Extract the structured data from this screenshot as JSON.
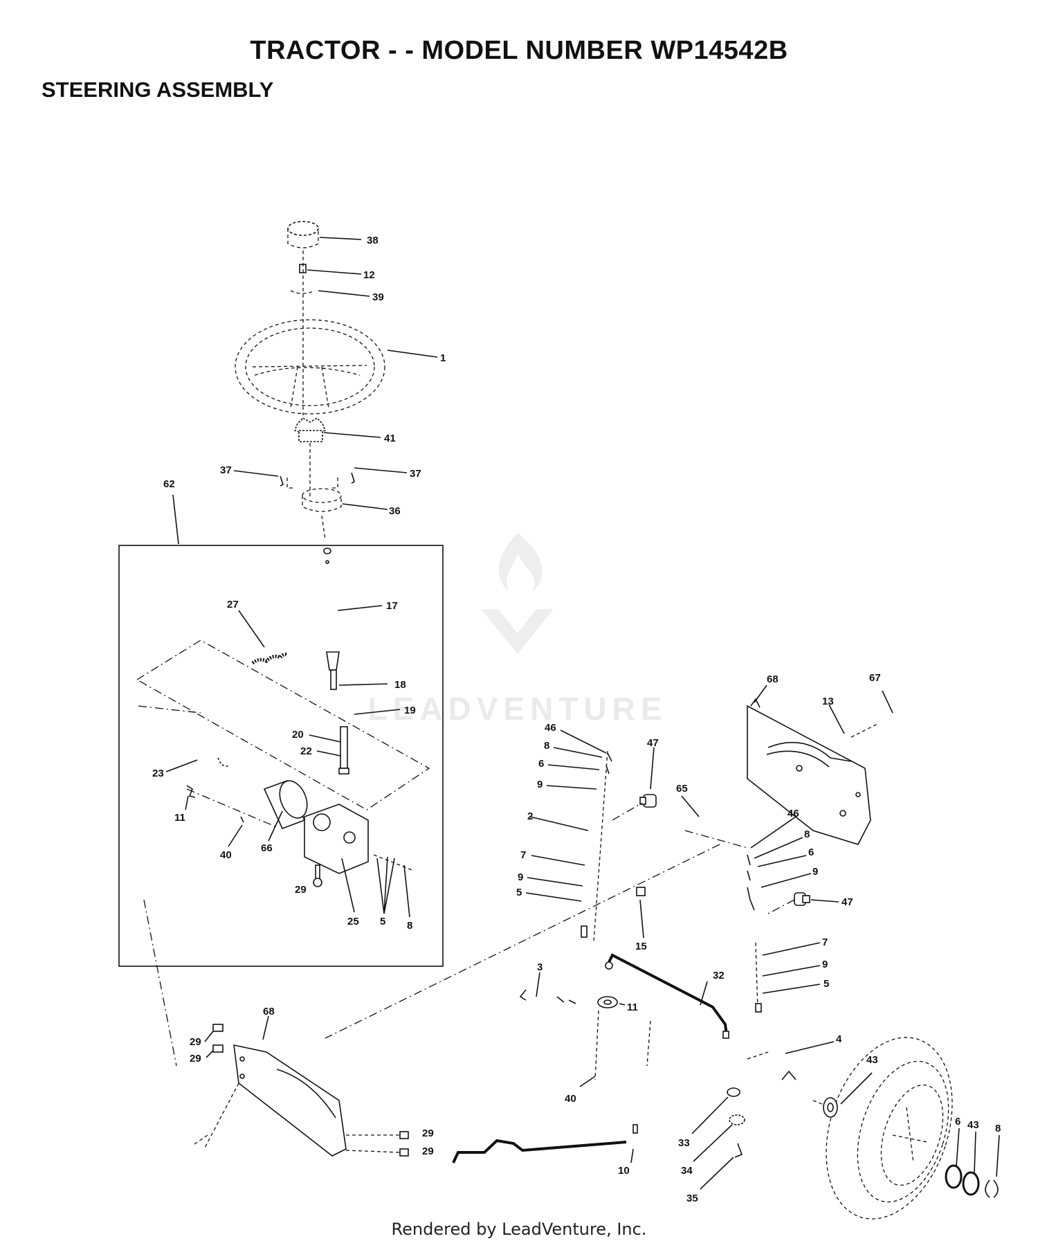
{
  "header": {
    "title": "TRACTOR - - MODEL NUMBER WP14542B",
    "subtitle": "STEERING ASSEMBLY"
  },
  "watermark": {
    "text": "LEADVENTURE"
  },
  "footer": {
    "text": "Rendered by LeadVenture, Inc."
  },
  "callouts": {
    "c38": "38",
    "c12": "12",
    "c39": "39",
    "c1": "1",
    "c41": "41",
    "c37a": "37",
    "c37b": "37",
    "c36": "36",
    "c62": "62",
    "c27": "27",
    "c17": "17",
    "c18": "18",
    "c19": "19",
    "c20": "20",
    "c22": "22",
    "c23": "23",
    "c11a": "11",
    "c40a": "40",
    "c66": "66",
    "c29a": "29",
    "c25": "25",
    "c5a": "5",
    "c8a": "8",
    "c46a": "46",
    "c8b": "8",
    "c6a": "6",
    "c9a": "9",
    "c47a": "47",
    "c2": "2",
    "c7a": "7",
    "c9b": "9",
    "c5b": "5",
    "c65": "65",
    "c15": "15",
    "c68a": "68",
    "c67": "67",
    "c13": "13",
    "c46b": "46",
    "c8c": "8",
    "c6b": "6",
    "c9c": "9",
    "c47b": "47",
    "c7b": "7",
    "c9d": "9",
    "c5c": "5",
    "c3": "3",
    "c32": "32",
    "c11b": "11",
    "c4": "4",
    "c40b": "40",
    "c68b": "68",
    "c29b": "29",
    "c29c": "29",
    "c29d": "29",
    "c29e": "29",
    "c10": "10",
    "c33": "33",
    "c34": "34",
    "c35": "35",
    "c43a": "43",
    "c6c": "6",
    "c43b": "43",
    "c8d": "8"
  }
}
